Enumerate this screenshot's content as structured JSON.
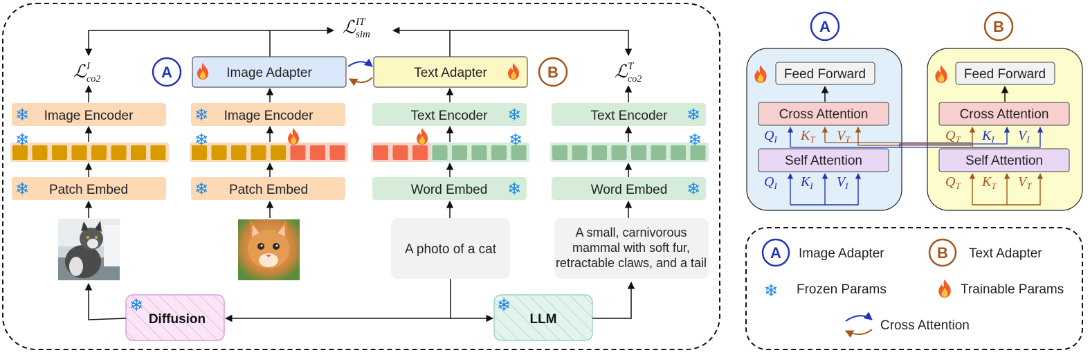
{
  "loss": {
    "sim": {
      "base": "ℒ",
      "sup": "IT",
      "sub": "sim"
    },
    "co2_image": {
      "base": "ℒ",
      "sup": "I",
      "sub": "co2"
    },
    "co2_text": {
      "base": "ℒ",
      "sup": "T",
      "sub": "co2"
    }
  },
  "badges": {
    "a": "A",
    "b": "B"
  },
  "modules": {
    "image_adapter": "Image Adapter",
    "text_adapter": "Text Adapter",
    "image_encoder": "Image Encoder",
    "text_encoder": "Text Encoder",
    "patch_embed": "Patch Embed",
    "word_embed": "Word Embed",
    "diffusion": "Diffusion",
    "llm": "LLM"
  },
  "texts": {
    "short_caption": "A photo of a cat",
    "long_caption_1": "A small, carnivorous",
    "long_caption_2": "mammal with soft fur,",
    "long_caption_3": "retractable claws, and a tail"
  },
  "adapter_detail": {
    "feed_forward": "Feed Forward",
    "cross_attention": "Cross Attention",
    "self_attention": "Self Attention",
    "qkv": {
      "q": "Q",
      "k": "K",
      "v": "V",
      "img": "I",
      "txt": "T"
    }
  },
  "legend": {
    "image_adapter": "Image Adapter",
    "text_adapter": "Text Adapter",
    "frozen": "Frozen Params",
    "trainable": "Trainable Params",
    "cross_attention": "Cross Attention"
  },
  "icons": {
    "frozen": "snowflake-icon",
    "trainable": "flame-icon"
  },
  "colors": {
    "orange_box": "#fdd9b5",
    "green_box": "#d5edd8",
    "adapter_blue": "#dbe8fb",
    "adapter_yellow": "#fdf7c3",
    "token_gold": "#d99a00",
    "token_red": "#f4694a",
    "token_green": "#8fbf97",
    "badge_a": "#2135b8",
    "badge_b": "#a4561b",
    "panel_a": "#e1effb",
    "panel_b": "#fdfccd",
    "cross_attn": "#f7cfcf",
    "self_attn": "#ead6f5"
  }
}
